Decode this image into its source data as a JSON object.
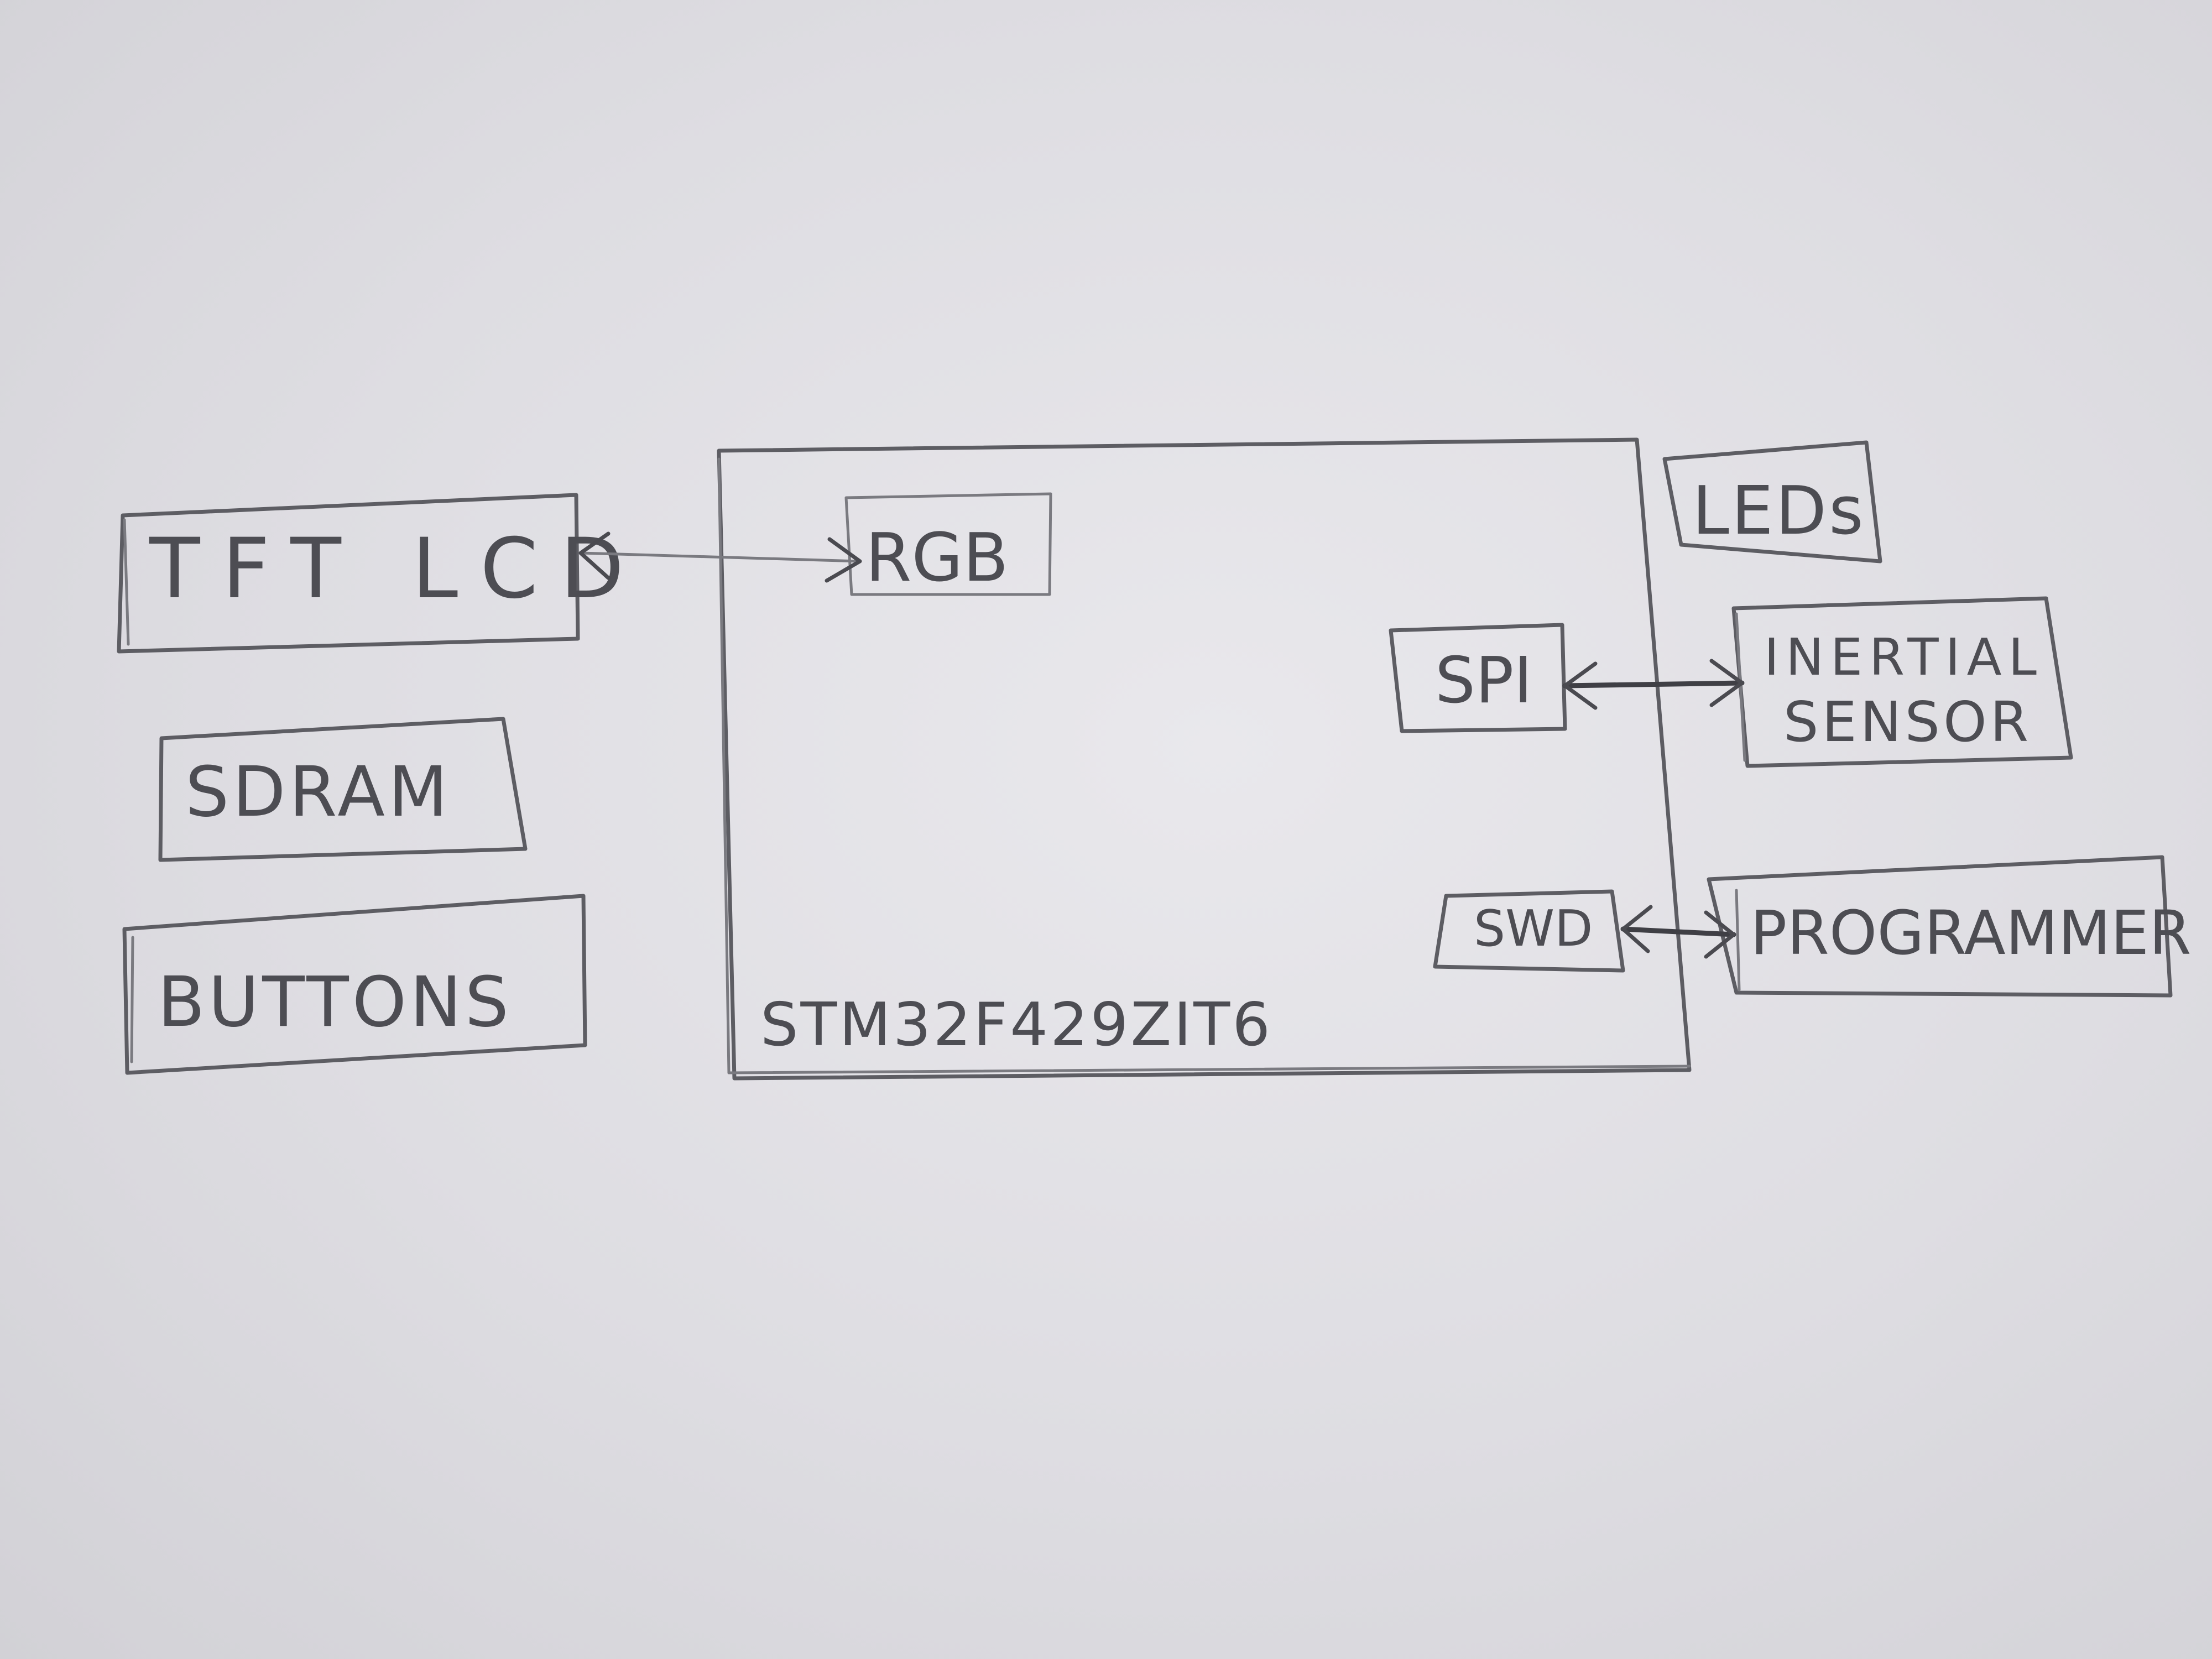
{
  "blocks": {
    "tft_lcd": "TFT LCD",
    "sdram": "SDRAM",
    "buttons": "BUTTONS",
    "leds": "LEDs",
    "inertial_sensor_line1": "INERTIAL",
    "inertial_sensor_line2": "SENSOR",
    "programmer": "PROGRAMMER"
  },
  "mcu": {
    "part_number": "STM32F429ZIT6",
    "ports": {
      "rgb": "RGB",
      "spi": "SPI",
      "swd": "SWD"
    }
  },
  "colors": {
    "paper": "#dedde2",
    "pencil": "#5d5d63"
  }
}
